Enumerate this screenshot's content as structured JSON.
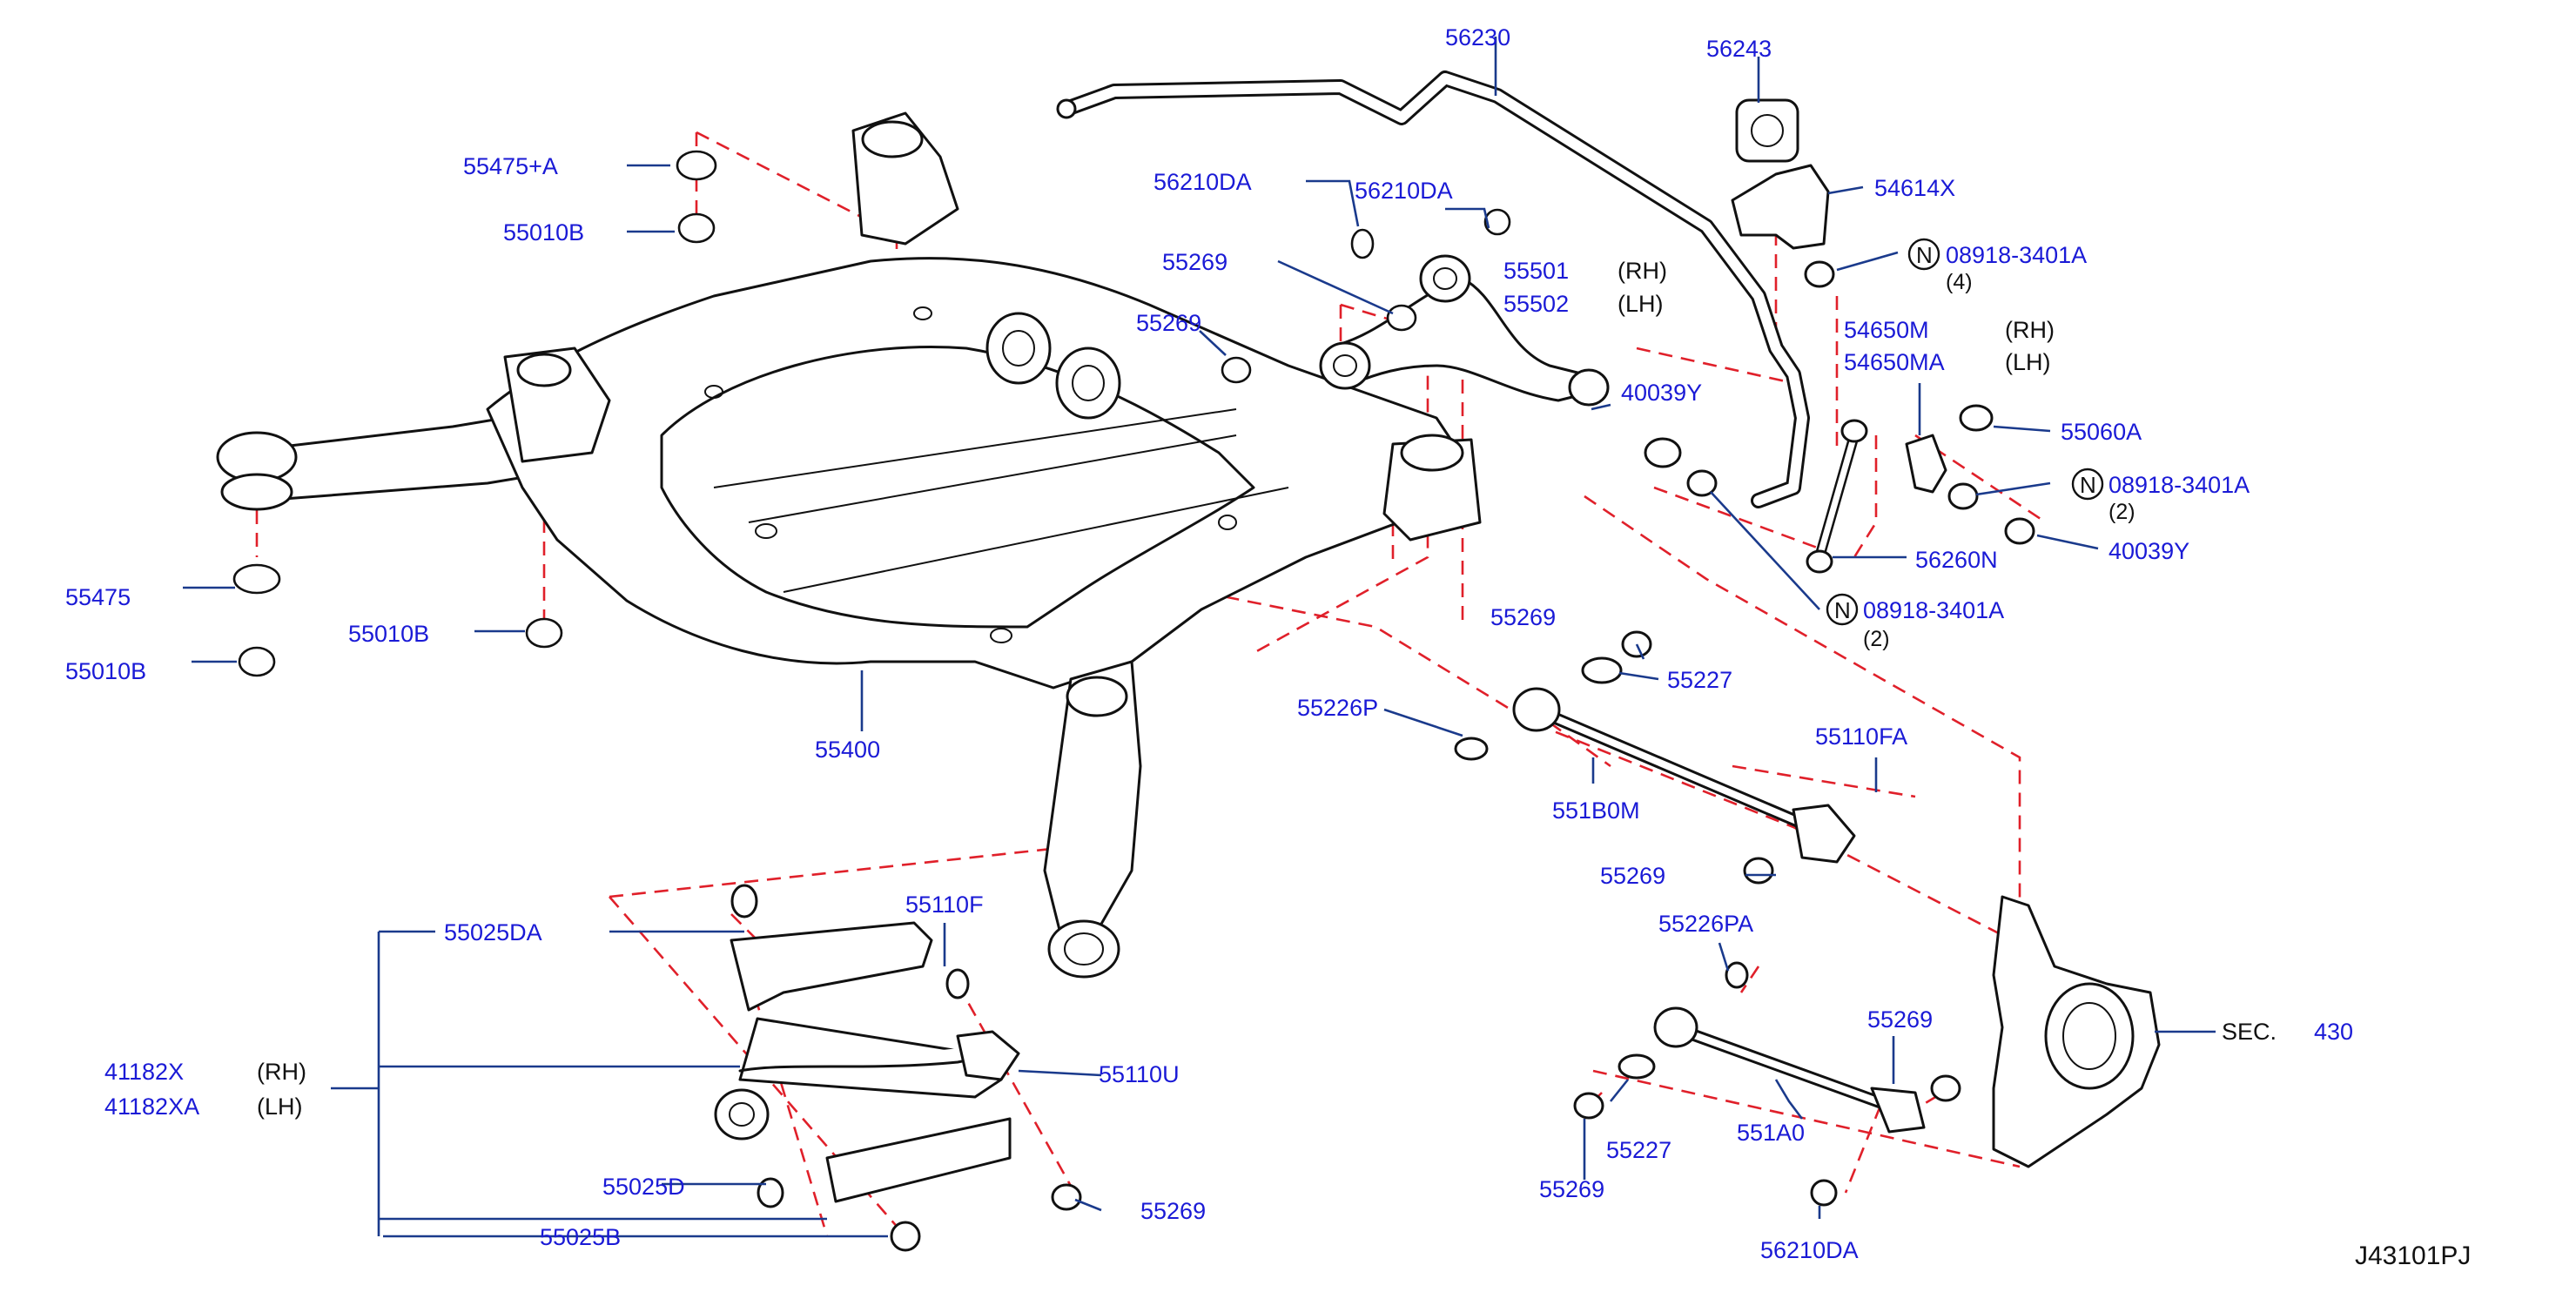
{
  "diagram_code": "J43101PJ",
  "labels": {
    "p55475a": "55475+A",
    "p55010b_top": "55010B",
    "p55475": "55475",
    "p55010b_left": "55010B",
    "p55010b_mid": "55010B",
    "p55400": "55400",
    "p56210da_a": "56210DA",
    "p56210da_b": "56210DA",
    "p55269_a": "55269",
    "p55269_b": "55269",
    "p55501": "55501",
    "p55502": "55502",
    "p56230": "56230",
    "p40039y_a": "40039Y",
    "p56243": "56243",
    "p54614x": "54614X",
    "p08918_a": "08918-3401A",
    "p54650m": "54650M",
    "p54650ma": "54650MA",
    "p55060a": "55060A",
    "p08918_b": "08918-3401A",
    "p40039y_b": "40039Y",
    "p56260n": "56260N",
    "p08918_c": "08918-3401A",
    "p55269_c": "55269",
    "p55227_a": "55227",
    "p55226p": "55226P",
    "p551b0m": "551B0M",
    "p55110fa": "55110FA",
    "p55269_d": "55269",
    "p55226pa": "55226PA",
    "p55269_e": "55269",
    "p55227_b": "55227",
    "p551a0": "551A0",
    "p55269_f": "55269",
    "p56210da_c": "56210DA",
    "sec": "SEC.",
    "sec_num": "430",
    "p55025da": "55025DA",
    "p55110f": "55110F",
    "p41182x": "41182X",
    "p41182xa": "41182XA",
    "p55110u": "55110U",
    "p55025d": "55025D",
    "p55269_g": "55269",
    "p55025b": "55025B"
  },
  "side_notes": {
    "rh_1": "(RH)",
    "lh_1": "(LH)",
    "rh_2": "(RH)",
    "lh_2": "(LH)",
    "rh_3": "(RH)",
    "lh_3": "(LH)",
    "qty_4": "(4)",
    "qty_2a": "(2)",
    "qty_2b": "(2)",
    "n1": "N",
    "n2": "N",
    "n3": "N"
  },
  "colors": {
    "label_blue": "#1a1ad6",
    "leader_blue": "#1a3a8c",
    "dash_red": "#e0202a",
    "line_black": "#111111"
  }
}
